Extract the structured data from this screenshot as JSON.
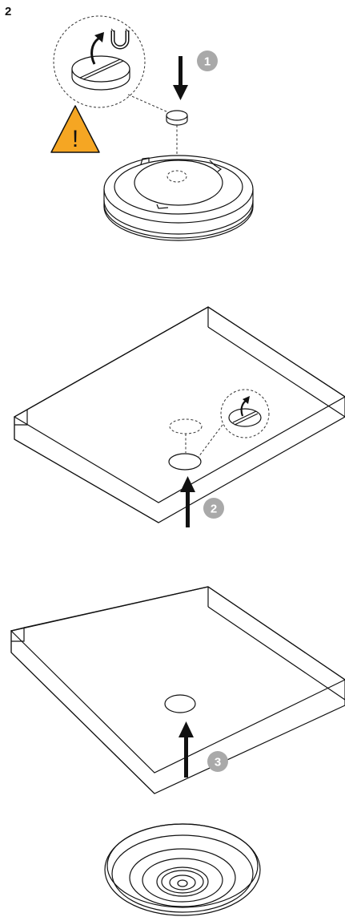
{
  "step_number": "2",
  "badges": [
    "1",
    "2",
    "3"
  ],
  "warning_symbol": "!",
  "colors": {
    "warning_fill": "#F5A623",
    "badge_fill": "#A9A9A9",
    "line": "#111111"
  },
  "icons": [
    "warning-icon",
    "magnet-icon",
    "arrow-down-icon",
    "arrow-up-icon"
  ]
}
